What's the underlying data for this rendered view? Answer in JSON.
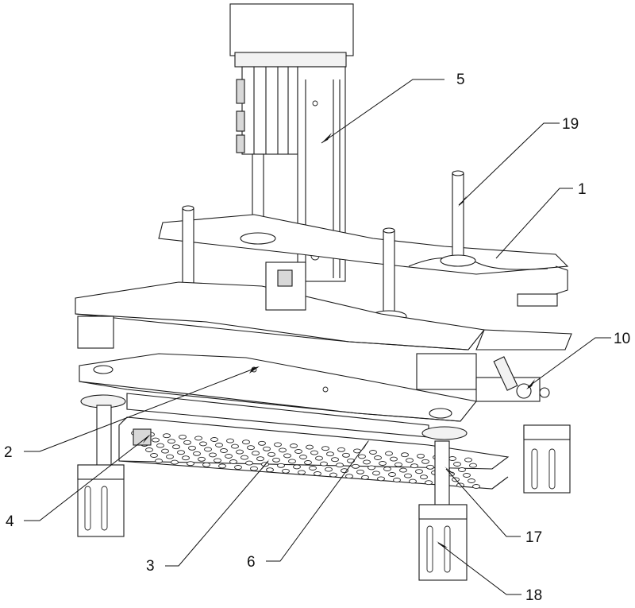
{
  "figure": {
    "type": "mechanical-isometric-drawing",
    "callouts": [
      {
        "id": "5",
        "label": "5"
      },
      {
        "id": "19",
        "label": "19"
      },
      {
        "id": "1",
        "label": "1"
      },
      {
        "id": "10",
        "label": "10"
      },
      {
        "id": "2",
        "label": "2"
      },
      {
        "id": "4",
        "label": "4"
      },
      {
        "id": "3",
        "label": "3"
      },
      {
        "id": "6",
        "label": "6"
      },
      {
        "id": "17",
        "label": "17"
      },
      {
        "id": "18",
        "label": "18"
      }
    ]
  }
}
